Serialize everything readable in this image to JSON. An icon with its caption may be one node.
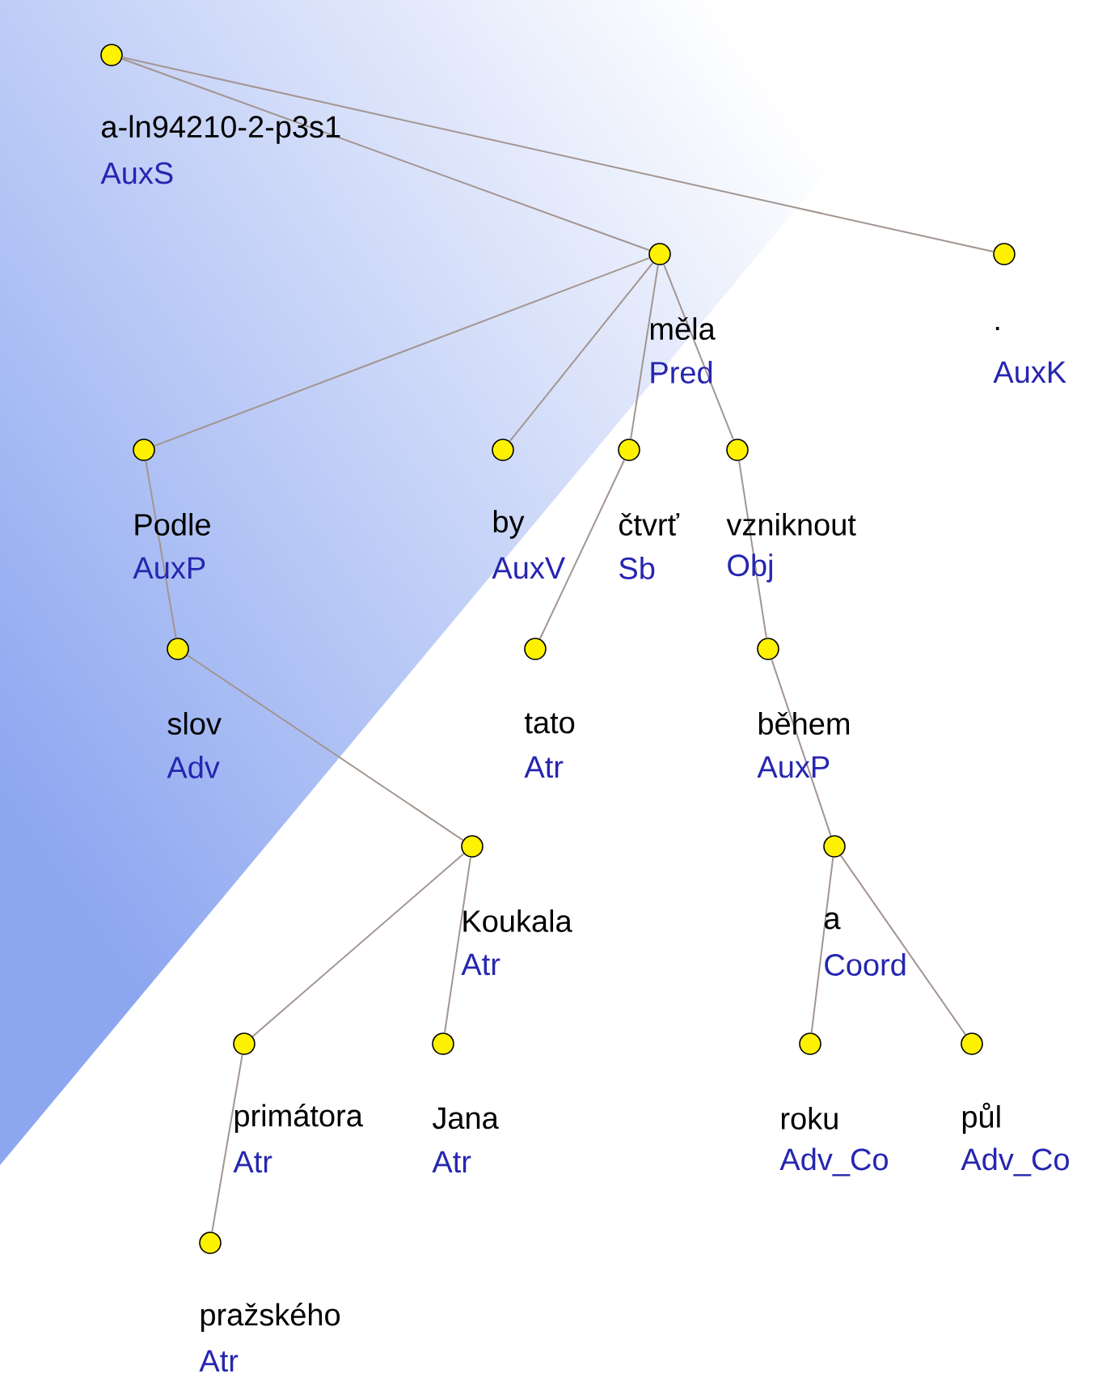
{
  "diagram": {
    "nodes": [
      {
        "text": [],
        "shape": "circle",
        "beside": [
          "a-ln94210-2-p3s1",
          "AuxS"
        ]
      },
      {
        "text": [],
        "shape": "circle",
        "beside": [
          "měla",
          "Pred"
        ]
      },
      {
        "text": [],
        "shape": "circle",
        "beside": [
          ".",
          "AuxK"
        ]
      },
      {
        "text": [],
        "shape": "circle",
        "beside": [
          "Podle",
          "AuxP"
        ]
      },
      {
        "text": [],
        "shape": "circle",
        "beside": [
          "by",
          "AuxV"
        ]
      },
      {
        "text": [],
        "shape": "circle",
        "beside": [
          "čtvrť",
          "Sb"
        ]
      },
      {
        "text": [],
        "shape": "circle",
        "beside": [
          "vzniknout",
          "Obj"
        ]
      },
      {
        "text": [],
        "shape": "circle",
        "beside": [
          "slov",
          "Adv"
        ]
      },
      {
        "text": [],
        "shape": "circle",
        "beside": [
          "tato",
          "Atr"
        ]
      },
      {
        "text": [],
        "shape": "circle",
        "beside": [
          "během",
          "AuxP"
        ]
      },
      {
        "text": [],
        "shape": "circle",
        "beside": [
          "Koukala",
          "Atr"
        ]
      },
      {
        "text": [],
        "shape": "circle",
        "beside": [
          "a",
          "Coord"
        ]
      },
      {
        "text": [],
        "shape": "circle",
        "beside": [
          "primátora",
          "Atr"
        ]
      },
      {
        "text": [],
        "shape": "circle",
        "beside": [
          "Jana",
          "Atr"
        ]
      },
      {
        "text": [],
        "shape": "circle",
        "beside": [
          "roku",
          "Adv_Co"
        ]
      },
      {
        "text": [],
        "shape": "circle",
        "beside": [
          "půl",
          "Adv_Co"
        ]
      },
      {
        "text": [],
        "shape": "circle",
        "beside": [
          "pražského",
          "Atr"
        ]
      }
    ],
    "edges": [
      {
        "from": 0,
        "to": 1,
        "arrow": "none"
      },
      {
        "from": 0,
        "to": 2,
        "arrow": "none"
      },
      {
        "from": 1,
        "to": 3,
        "arrow": "none"
      },
      {
        "from": 1,
        "to": 4,
        "arrow": "none"
      },
      {
        "from": 1,
        "to": 5,
        "arrow": "none"
      },
      {
        "from": 1,
        "to": 6,
        "arrow": "none"
      },
      {
        "from": 3,
        "to": 7,
        "arrow": "none"
      },
      {
        "from": 5,
        "to": 8,
        "arrow": "none"
      },
      {
        "from": 6,
        "to": 9,
        "arrow": "none"
      },
      {
        "from": 7,
        "to": 10,
        "arrow": "none"
      },
      {
        "from": 9,
        "to": 11,
        "arrow": "none"
      },
      {
        "from": 10,
        "to": 12,
        "arrow": "none"
      },
      {
        "from": 10,
        "to": 13,
        "arrow": "none"
      },
      {
        "from": 11,
        "to": 14,
        "arrow": "none"
      },
      {
        "from": 11,
        "to": 15,
        "arrow": "none"
      },
      {
        "from": 12,
        "to": 16,
        "arrow": "none"
      }
    ]
  }
}
